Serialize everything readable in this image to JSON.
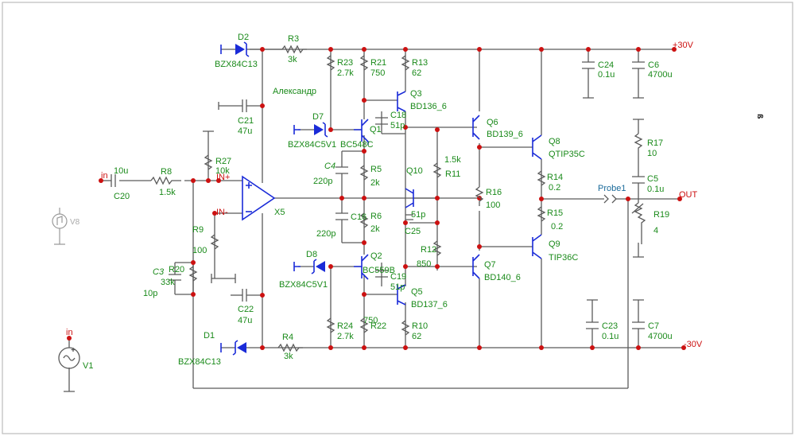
{
  "rails": {
    "pos": "+30V",
    "neg": "-30V"
  },
  "nets": {
    "in": "in",
    "in_plus": "IN+",
    "in_minus": "IN-",
    "out": "OUT",
    "v1_in": "in"
  },
  "author": "Александр",
  "probe": "Probe1",
  "edge_glyph": "ß",
  "components": {
    "D2": {
      "name": "D2",
      "value": "BZX84C13"
    },
    "R3": {
      "name": "R3",
      "value": "3k"
    },
    "R23": {
      "name": "R23",
      "value": "2.7k"
    },
    "R21": {
      "name": "R21",
      "value": "750"
    },
    "R13": {
      "name": "R13",
      "value": "62"
    },
    "Q3": {
      "name": "Q3",
      "value": "BD136_6"
    },
    "C21": {
      "name": "C21",
      "value": "47u"
    },
    "D7": {
      "name": "D7",
      "value": "BZX84C5V1"
    },
    "Q1": {
      "name": "Q1",
      "value": "BC548C"
    },
    "C18": {
      "name": "C18",
      "value": "51p"
    },
    "Q6": {
      "name": "Q6",
      "value": "BD139_6"
    },
    "Q8": {
      "name": "Q8",
      "value": "QTIP35C"
    },
    "C24": {
      "name": "C24",
      "value": "0.1u"
    },
    "C6": {
      "name": "C6",
      "value": "4700u"
    },
    "R17": {
      "name": "R17",
      "value": "10"
    },
    "C5": {
      "name": "C5",
      "value": "0.1u"
    },
    "R19": {
      "name": "R19",
      "value": "4"
    },
    "R14": {
      "name": "R14",
      "value": "0.2"
    },
    "R15": {
      "name": "R15",
      "value": "0.2"
    },
    "Q9": {
      "name": "Q9",
      "value": "TIP36C"
    },
    "C20": {
      "name": "C20",
      "value": "10u"
    },
    "R8": {
      "name": "R8",
      "value": "1.5k"
    },
    "R27": {
      "name": "R27",
      "value": "10k"
    },
    "X5": {
      "name": "X5",
      "value": ""
    },
    "C4": {
      "name": "C4",
      "value": "220p"
    },
    "R5": {
      "name": "R5",
      "value": "2k"
    },
    "R6": {
      "name": "R6",
      "value": "2k"
    },
    "C16": {
      "name": "C16",
      "value": "220p"
    },
    "Q10": {
      "name": "Q10",
      "value": ""
    },
    "R11": {
      "name": "R11",
      "value": "1.5k"
    },
    "C25": {
      "name": "C25",
      "value": "51p"
    },
    "R12": {
      "name": "R12",
      "value": "850"
    },
    "R16": {
      "name": "R16",
      "value": "100"
    },
    "Q7": {
      "name": "Q7",
      "value": "BD140_6"
    },
    "R9": {
      "name": "R9",
      "value": "100"
    },
    "R20": {
      "name": "R20",
      "value": "33k"
    },
    "C3": {
      "name": "C3",
      "value": "10p"
    },
    "D8": {
      "name": "D8",
      "value": "BZX84C5V1"
    },
    "Q2": {
      "name": "Q2",
      "value": "BC559B"
    },
    "C19": {
      "name": "C19",
      "value": "51p"
    },
    "Q5": {
      "name": "Q5",
      "value": "BD137_6"
    },
    "C22": {
      "name": "C22",
      "value": "47u"
    },
    "R24": {
      "name": "R24",
      "value": "2.7k"
    },
    "R22": {
      "name": "R22",
      "value": "750"
    },
    "R10": {
      "name": "R10",
      "value": "62"
    },
    "D1": {
      "name": "D1",
      "value": "BZX84C13"
    },
    "R4": {
      "name": "R4",
      "value": "3k"
    },
    "C23": {
      "name": "C23",
      "value": "0.1u"
    },
    "C7": {
      "name": "C7",
      "value": "4700u"
    },
    "V1": {
      "name": "V1",
      "value": ""
    },
    "V8": {
      "name": "V8",
      "value": ""
    }
  }
}
